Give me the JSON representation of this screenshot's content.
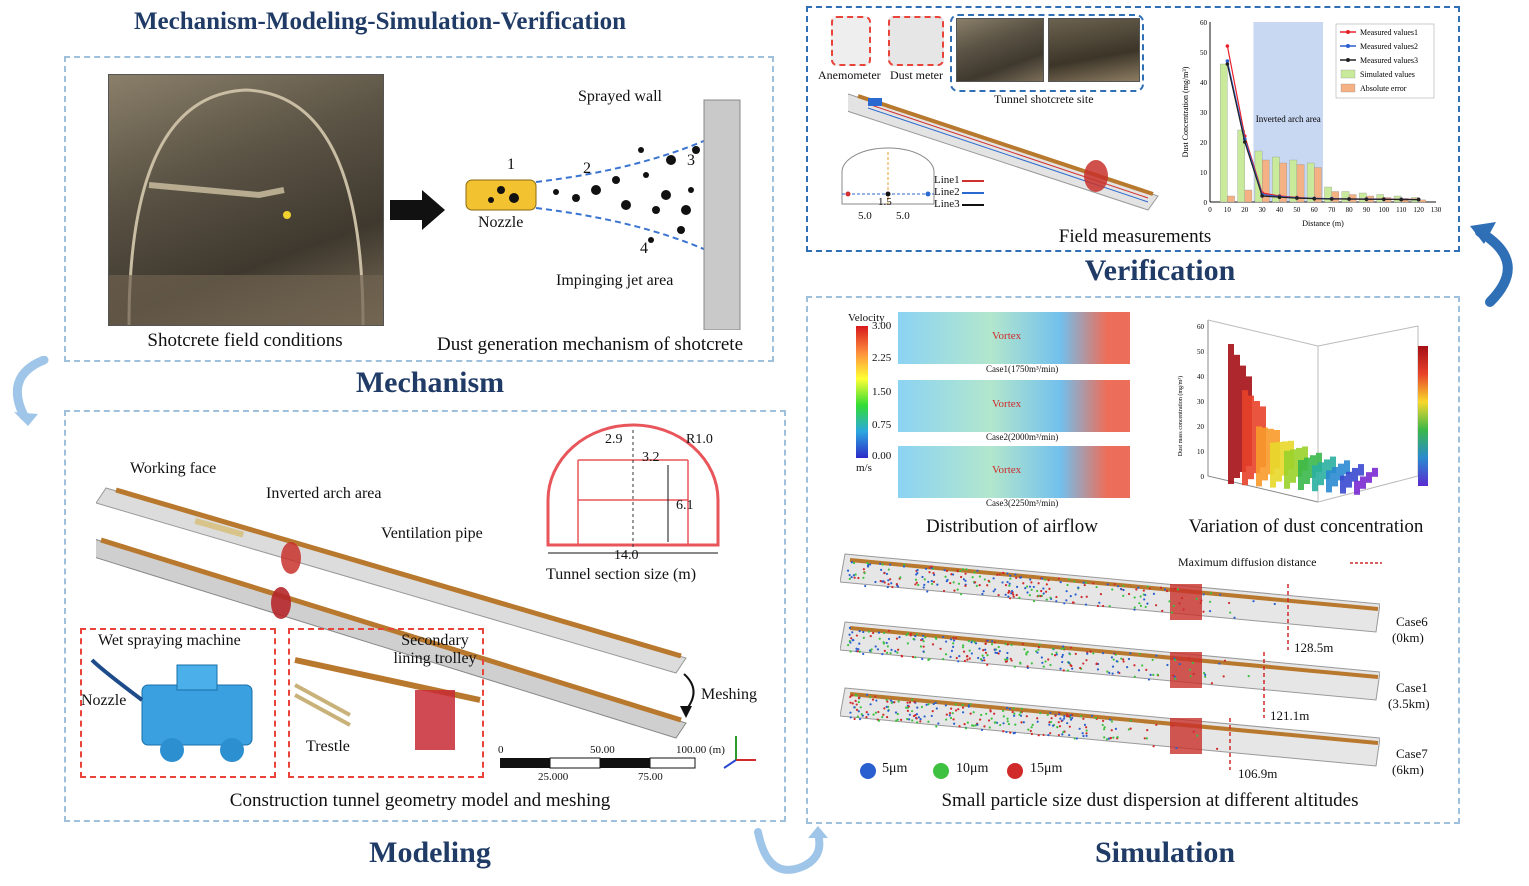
{
  "title": "Mechanism-Modeling-Simulation-Verification",
  "sections": {
    "mechanism": "Mechanism",
    "modeling": "Modeling",
    "simulation": "Simulation",
    "verification": "Verification"
  },
  "mechanism_panel": {
    "photo_caption": "Shotcrete field conditions",
    "diagram_caption": "Dust generation mechanism of shotcrete",
    "sprayed_wall": "Sprayed wall",
    "nozzle": "Nozzle",
    "impinging": "Impinging jet area",
    "numbers": [
      "1",
      "2",
      "3",
      "4"
    ]
  },
  "modeling_panel": {
    "working_face": "Working face",
    "inverted_arch": "Inverted arch area",
    "ventilation_pipe": "Ventilation pipe",
    "section_caption": "Tunnel section size (m)",
    "dims": {
      "d1": "2.9",
      "d2": "3.2",
      "r": "R1.0",
      "d3": "6.1",
      "width": "14.0"
    },
    "wet_spraying": "Wet spraying machine",
    "nozzle": "Nozzle",
    "secondary_lining": "Secondary lining trolley",
    "trestle": "Trestle",
    "meshing": "Meshing",
    "scale_top": [
      "0",
      "50.00",
      "100.00 (m)"
    ],
    "scale_bottom": [
      "25.000",
      "75.00"
    ],
    "caption": "Construction tunnel geometry model and meshing"
  },
  "verification_panel": {
    "anemometer": "Anemometer",
    "dust_meter": "Dust meter",
    "site": "Tunnel shotcrete site",
    "lines": [
      "Line1",
      "Line2",
      "Line3"
    ],
    "dim_a": "5.0",
    "dim_b": "5.0",
    "dim_c": "1.5",
    "caption": "Field measurements",
    "inverted_area": "Inverted arch area"
  },
  "simulation_panel": {
    "velocity_title": "Velocity",
    "velocity_ticks": [
      "3.00",
      "2.25",
      "1.50",
      "0.75",
      "0.00"
    ],
    "velocity_unit": "m/s",
    "vortex": "Vortex",
    "cases_flow": [
      "Case1(1750m³/min)",
      "Case2(2000m³/min)",
      "Case3(2250m³/min)"
    ],
    "airflow_caption": "Distribution of airflow",
    "dust_caption": "Variation of dust concentration",
    "max_diffusion": "Maximum diffusion distance",
    "cases": [
      {
        "name": "Case6",
        "alt": "(0km)",
        "dist": "128.5m"
      },
      {
        "name": "Case1",
        "alt": "(3.5km)",
        "dist": "121.1m"
      },
      {
        "name": "Case7",
        "alt": "(6km)",
        "dist": "106.9m"
      }
    ],
    "legend": [
      "5μm",
      "10μm",
      "15μm"
    ],
    "caption": "Small particle size dust dispersion at different altitudes",
    "bar3d_ylabel": "Dust mass concentration (mg/m³)",
    "bar3d_zticks": [
      "0",
      "10",
      "20",
      "30",
      "40",
      "50",
      "60"
    ]
  },
  "chart_data": {
    "type": "bar",
    "xlabel": "Distance (m)",
    "ylabel": "Dust Concentration (mg/m³)",
    "xlim": [
      0,
      130
    ],
    "ylim": [
      0,
      60
    ],
    "xticks": [
      0,
      10,
      20,
      30,
      40,
      50,
      60,
      70,
      80,
      90,
      100,
      110,
      120,
      130
    ],
    "yticks": [
      0,
      10,
      20,
      30,
      40,
      50,
      60
    ],
    "categories": [
      10,
      20,
      30,
      40,
      50,
      60,
      70,
      80,
      90,
      100,
      110,
      120
    ],
    "series": [
      {
        "name": "Measured values1",
        "kind": "line",
        "color": "#e8202a",
        "values": [
          52,
          22,
          3,
          2,
          1.5,
          1.2,
          1.1,
          1,
          1,
          1,
          0.9,
          0.9
        ]
      },
      {
        "name": "Measured values2",
        "kind": "line",
        "color": "#2b5fd0",
        "values": [
          47,
          21,
          2.5,
          1.8,
          1.4,
          1.2,
          1.1,
          1,
          1,
          0.9,
          0.9,
          0.8
        ]
      },
      {
        "name": "Measured values3",
        "kind": "line",
        "color": "#222222",
        "values": [
          46,
          20,
          2,
          1.6,
          1.3,
          1.1,
          1,
          1,
          0.9,
          0.9,
          0.8,
          0.8
        ]
      },
      {
        "name": "Simulated values",
        "kind": "bar",
        "color": "#c8ea9a",
        "values": [
          46,
          24,
          17,
          15,
          14,
          13,
          5,
          3.5,
          3,
          2.5,
          2,
          1.5
        ]
      },
      {
        "name": "Absolute error",
        "kind": "bar",
        "color": "#f4b183",
        "values": [
          2,
          4,
          14,
          13,
          12.5,
          11.5,
          3.5,
          2.5,
          2,
          1.5,
          1.2,
          0.7
        ]
      }
    ],
    "shaded_region": [
      25,
      65
    ],
    "legend_position": "top-right"
  },
  "colors": {
    "heading": "#1f3b66",
    "panel_border_light": "#9fc0dc",
    "panel_border_dark": "#2f6fb6",
    "red_dash": "#e8443a"
  }
}
